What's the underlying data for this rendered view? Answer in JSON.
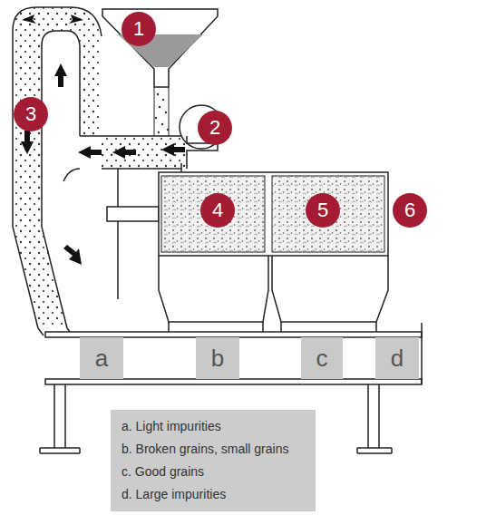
{
  "diagram": {
    "nodes": [
      {
        "text": [
          "1"
        ]
      },
      {
        "text": [
          "2"
        ]
      },
      {
        "text": [
          "3"
        ]
      },
      {
        "text": [
          "4"
        ]
      },
      {
        "text": [
          "5"
        ]
      },
      {
        "text": [
          "6"
        ]
      },
      {
        "text": [
          "a"
        ]
      },
      {
        "text": [
          "b"
        ]
      },
      {
        "text": [
          "c"
        ]
      },
      {
        "text": [
          "d"
        ]
      },
      {
        "text": [
          "a.  Light impurities",
          "b.  Broken grains, small grains",
          "c.  Good grains",
          "d.  Large impurities"
        ]
      }
    ]
  }
}
